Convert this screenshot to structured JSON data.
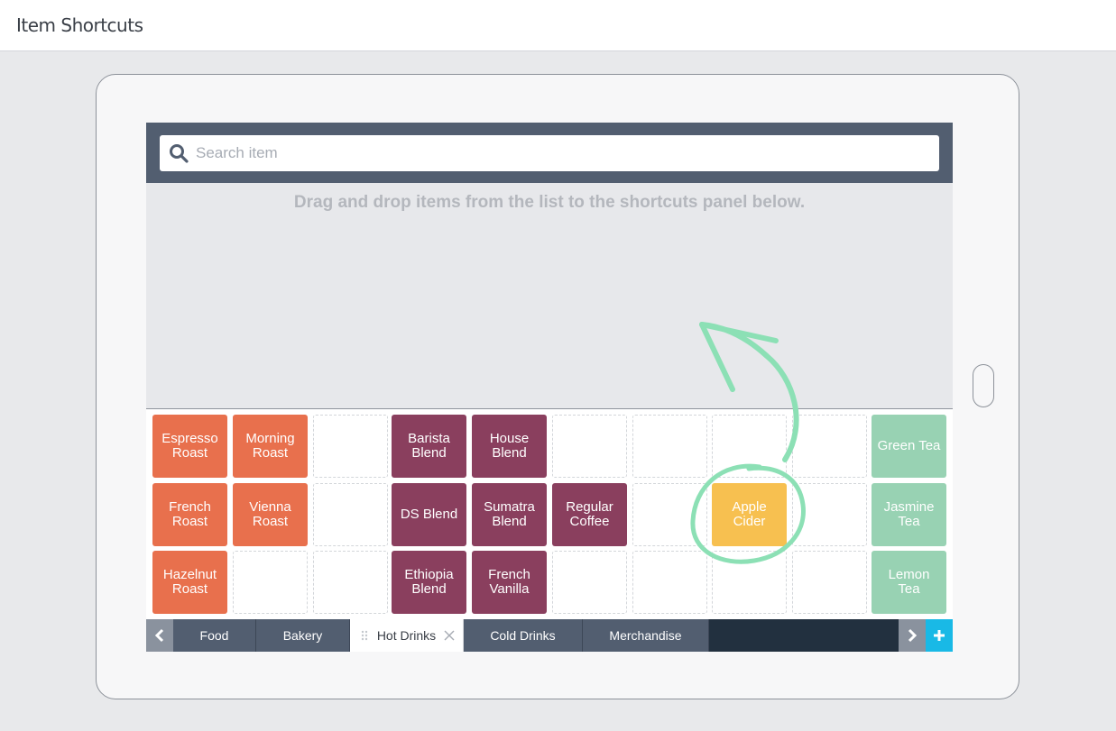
{
  "page": {
    "title": "Item Shortcuts"
  },
  "search": {
    "placeholder": "Search item",
    "value": ""
  },
  "hint": "Drag and drop items from the list to the shortcuts panel below.",
  "shortcuts": {
    "row1": [
      {
        "label": "Espresso Roast",
        "color": "orange"
      },
      {
        "label": "Morning Roast",
        "color": "orange"
      },
      {
        "label": "",
        "color": "empty"
      },
      {
        "label": "Barista Blend",
        "color": "plum"
      },
      {
        "label": "House Blend",
        "color": "plum"
      },
      {
        "label": "",
        "color": "empty"
      },
      {
        "label": "",
        "color": "empty"
      },
      {
        "label": "",
        "color": "empty"
      },
      {
        "label": "",
        "color": "empty"
      },
      {
        "label": "Green Tea",
        "color": "mint"
      }
    ],
    "row2": [
      {
        "label": "French Roast",
        "color": "orange"
      },
      {
        "label": "Vienna Roast",
        "color": "orange"
      },
      {
        "label": "",
        "color": "empty"
      },
      {
        "label": "DS Blend",
        "color": "plum"
      },
      {
        "label": "Sumatra Blend",
        "color": "plum"
      },
      {
        "label": "Regular Coffee",
        "color": "plum"
      },
      {
        "label": "",
        "color": "empty"
      },
      {
        "label": "Apple Cider",
        "color": "yellow"
      },
      {
        "label": "",
        "color": "empty"
      },
      {
        "label": "Jasmine Tea",
        "color": "mint"
      }
    ],
    "row3": [
      {
        "label": "Hazelnut Roast",
        "color": "orange"
      },
      {
        "label": "",
        "color": "empty"
      },
      {
        "label": "",
        "color": "empty"
      },
      {
        "label": "Ethiopia Blend",
        "color": "plum"
      },
      {
        "label": "French Vanilla",
        "color": "plum"
      },
      {
        "label": "",
        "color": "empty"
      },
      {
        "label": "",
        "color": "empty"
      },
      {
        "label": "",
        "color": "empty"
      },
      {
        "label": "",
        "color": "empty"
      },
      {
        "label": "Lemon Tea",
        "color": "mint"
      }
    ]
  },
  "tabs": [
    {
      "label": "Food",
      "active": false
    },
    {
      "label": "Bakery",
      "active": false
    },
    {
      "label": "Hot Drinks",
      "active": true
    },
    {
      "label": "Cold Drinks",
      "active": false
    },
    {
      "label": "Merchandise",
      "active": false
    }
  ],
  "icons": {
    "search": "search-icon",
    "prev": "chevron-left-icon",
    "next": "chevron-right-icon",
    "add": "plus-icon",
    "close": "close-icon",
    "grip": "drag-handle-icon"
  },
  "colors": {
    "orange": "#e8704d",
    "plum": "#8a3f5e",
    "mint": "#98d2b3",
    "yellow": "#f7c050",
    "accent": "#19b9e6",
    "annotation": "#8ce0b5"
  }
}
